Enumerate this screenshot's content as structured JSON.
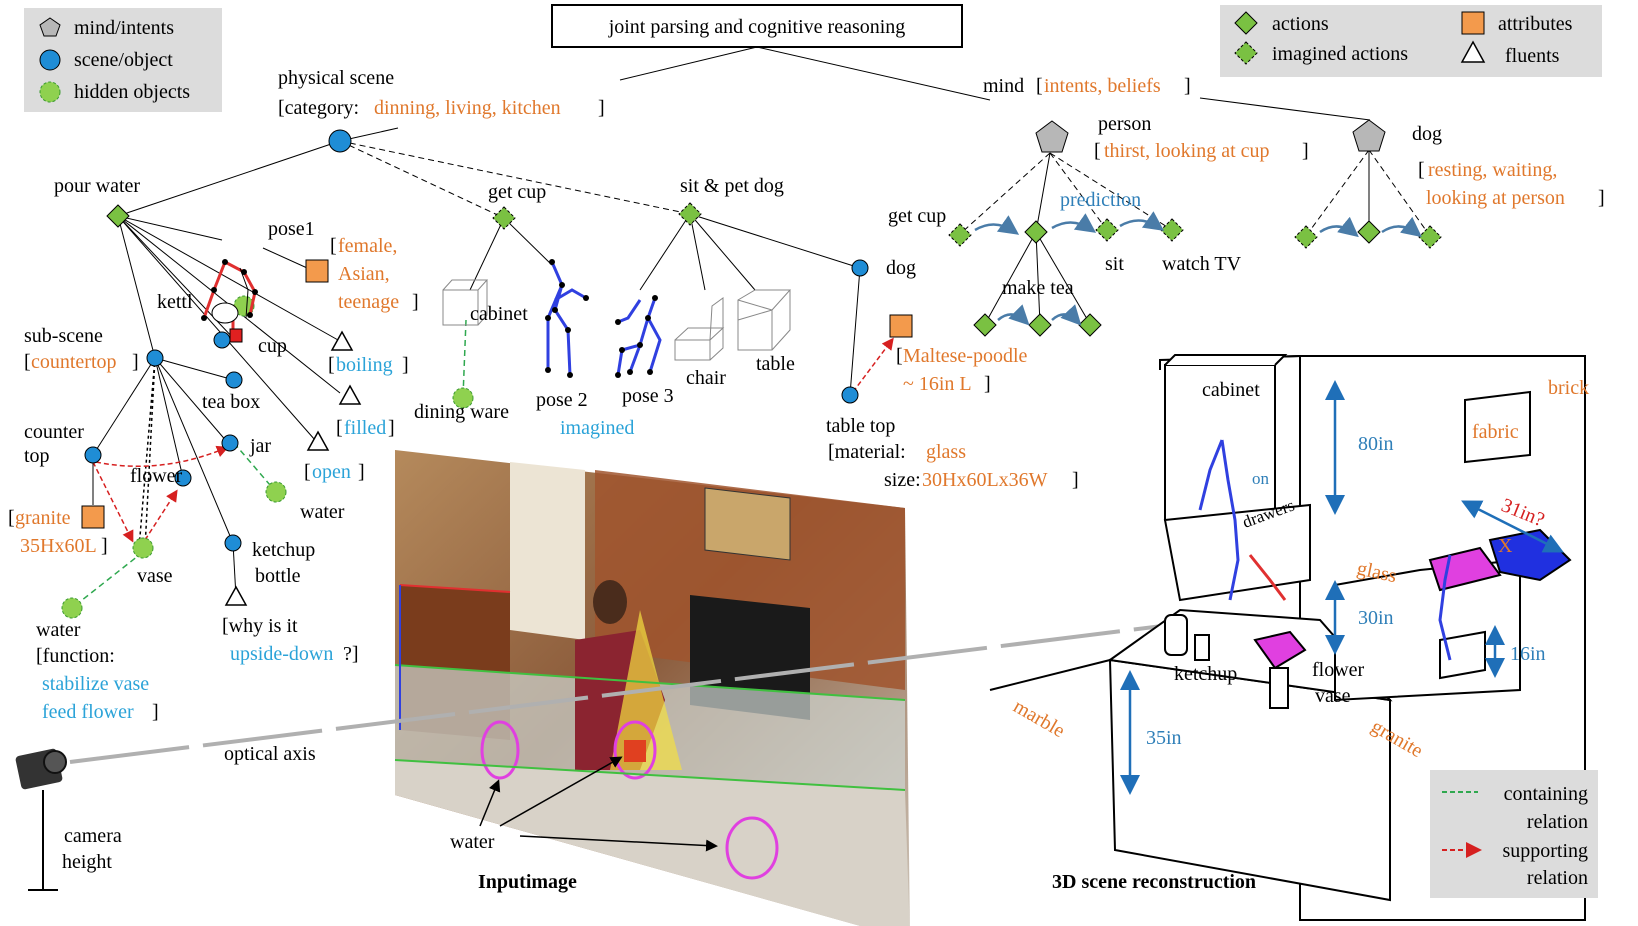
{
  "title": "joint parsing and cognitive reasoning",
  "legend_left": {
    "mind": "mind/intents",
    "scene": "scene/object",
    "hidden": "hidden objects"
  },
  "legend_right": {
    "actions": "actions",
    "imagined": "imagined actions",
    "attributes": "attributes",
    "fluents": "fluents"
  },
  "legend_bottom": {
    "containing": "containing",
    "containing2": "relation",
    "supporting": "supporting",
    "supporting2": "relation"
  },
  "nodes": {
    "physical_scene": "physical scene",
    "category_prefix": "[category:",
    "category_values": "dinning, living, kitchen",
    "bracket_close": "]",
    "bracket_open": "[",
    "pour_water": "pour water",
    "get_cup": "get cup",
    "sit_pet_dog": "sit & pet dog",
    "pose1": "pose1",
    "pose1_attr1": "female,",
    "pose1_attr2": "Asian,",
    "pose1_attr3": "teenage",
    "kettle": "kettl",
    "cup": "cup",
    "boiling": "boiling",
    "filled": "filled",
    "open": "open",
    "sub_scene": "sub-scene",
    "countertop": "countertop",
    "tea_box": "tea box",
    "counter": "counter",
    "top": "top",
    "jar": "jar",
    "flower": "flower",
    "water_jar": "water",
    "granite": "granite",
    "granite_size": "35Hx60L",
    "vase": "vase",
    "ketchup": "ketchup",
    "bottle": "bottle",
    "water": "water",
    "function": "[function:",
    "stabilize": "stabilize vase",
    "feed_flower": "feed flower",
    "why1": "[why is it",
    "why2": "upside-down",
    "why3": "?]",
    "cabinet": "cabinet",
    "dining_ware": "dining ware",
    "pose2": "pose 2",
    "pose3": "pose 3",
    "imagined": "imagined",
    "chair": "chair",
    "table": "table",
    "dog": "dog",
    "maltese": "Maltese-poodle",
    "maltese_size": "~ 16in L",
    "table_top": "table top",
    "material": "[material:",
    "glass": "glass",
    "size": "size:",
    "size_val": "30Hx60Lx36W",
    "mind": "mind",
    "mind_vals": "intents, beliefs",
    "person": "person",
    "person_vals": "thirst, looking at cup",
    "dog2": "dog",
    "dog_vals1": "resting, waiting,",
    "dog_vals2": "looking at person",
    "get_cup2": "get cup",
    "prediction": "prediction",
    "sit": "sit",
    "watch_tv": "watch TV",
    "make_tea": "make tea",
    "optical_axis": "optical axis",
    "camera": "camera",
    "height": "height",
    "input_water": "water",
    "input_image": "Inputimage"
  },
  "recon": {
    "cabinet": "cabinet",
    "brick": "brick",
    "fabric": "fabric",
    "h80": "80in",
    "on": "on",
    "drawers": "drawers",
    "glass": "glass",
    "h30": "30in",
    "d31": "31in?",
    "x": "X",
    "h16": "16in",
    "ketchup": "ketchup",
    "flower": "flower",
    "vase": "vase",
    "marble": "marble",
    "granite": "granite",
    "h35": "35in",
    "title": "3D scene reconstruction"
  },
  "colors": {
    "node_blue": "#1f8dd6",
    "action_green": "#7ac142",
    "attr_orange": "#f39a4c",
    "text_orange": "#e0782c",
    "text_blue": "#2ba3d8",
    "legend_gray": "#dcdcdc",
    "hidden_green": "#8fd14f"
  }
}
